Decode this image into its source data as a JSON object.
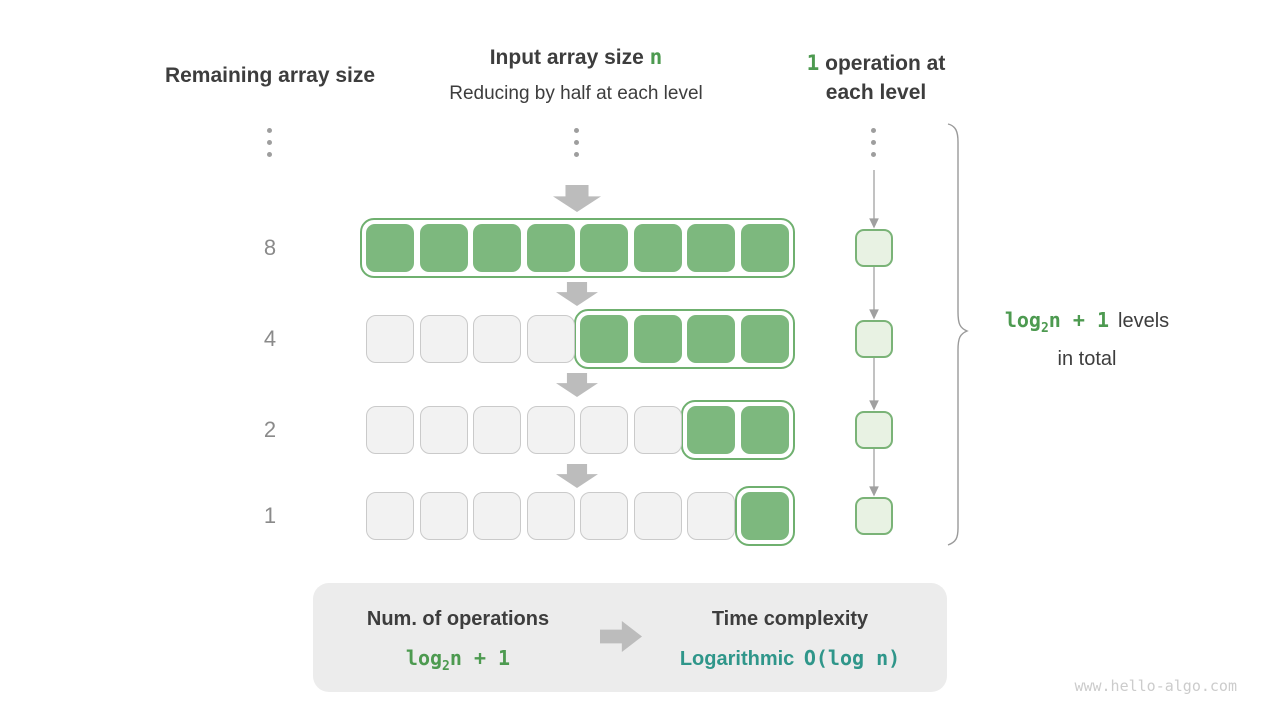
{
  "header": {
    "left_title": "Remaining array size",
    "center_title_prefix": "Input array size ",
    "center_title_n": "n",
    "center_subtitle": "Reducing by half at each level",
    "right_title_num": "1",
    "right_title_rest": " operation at",
    "right_title_line2": "each level"
  },
  "diagram": {
    "rows": [
      {
        "label": "8",
        "cells": 8,
        "filled": 8
      },
      {
        "label": "4",
        "cells": 8,
        "filled": 4
      },
      {
        "label": "2",
        "cells": 8,
        "filled": 2
      },
      {
        "label": "1",
        "cells": 8,
        "filled": 1
      }
    ],
    "operations_per_level": "1",
    "levels_shown": 4
  },
  "brace_annotation": {
    "formula_log": "log",
    "formula_sub": "2",
    "formula_rest": "n + 1",
    "label_line1": "levels",
    "label_line2": "in total"
  },
  "summary": {
    "operations_title": "Num. of operations",
    "operations_formula_log": "log",
    "operations_formula_sub": "2",
    "operations_formula_rest": "n + 1",
    "complexity_title": "Time complexity",
    "complexity_class": "Logarithmic",
    "complexity_notation": "O(log n)"
  },
  "watermark": "www.hello-algo.com",
  "colors": {
    "green_fill": "#7db87e",
    "green_border": "#6fb06f",
    "green_border_light": "#7ab377",
    "light_green_fill": "#e8f2e3",
    "empty_fill": "#f2f2f2",
    "empty_border": "#cacaca",
    "text_dark": "#3d3d3d",
    "text_green": "#4d9a50",
    "text_teal": "#2f968a",
    "text_gray": "#8a8a8a",
    "arrow_gray": "#bcbcbc",
    "line_gray": "#a0a0a0",
    "box_bg": "#ececec",
    "watermark_gray": "#cccccc"
  }
}
